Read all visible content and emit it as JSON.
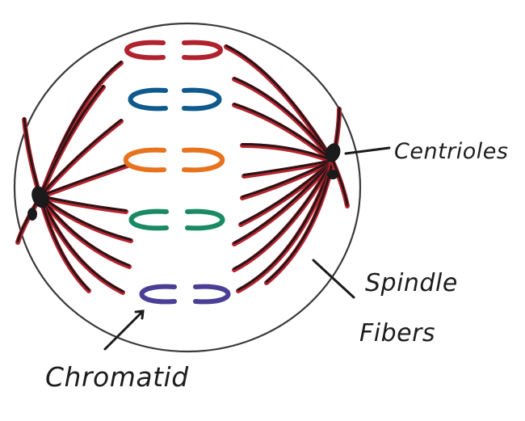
{
  "labels": {
    "centrioles": "Centrioles",
    "spindle_line1": "Spindle",
    "spindle_line2": "Fibers",
    "chromatid": "Chromatid"
  },
  "colors": {
    "cell_outline": "#3a3a3a",
    "fiber_red": "#b5252f",
    "fiber_black": "#2a1416",
    "centriole": "#1a1a1a",
    "chromatid_row_1": "#b0222e",
    "chromatid_row_2": "#0e5a8c",
    "chromatid_row_3": "#e8731e",
    "chromatid_row_4": "#1a8a64",
    "chromatid_row_5": "#4a3f95"
  }
}
